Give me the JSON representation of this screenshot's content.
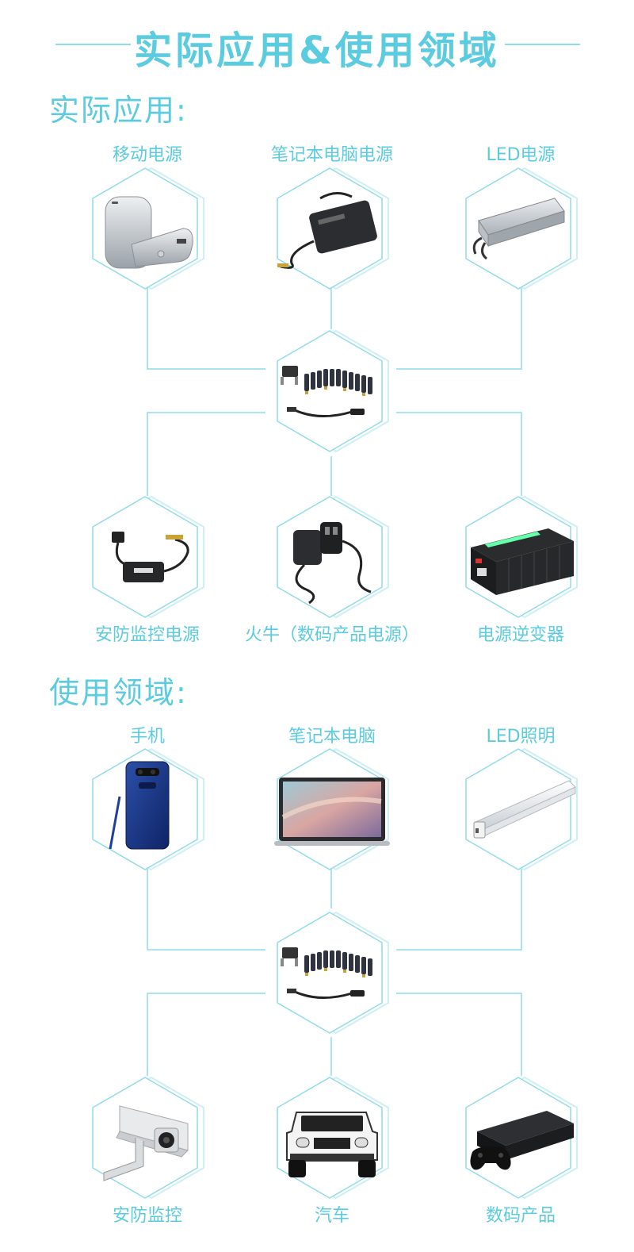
{
  "page": {
    "title": "实际应用&使用领域"
  },
  "section_applications": {
    "heading": "实际应用:",
    "center_product": "universal-charger-adapter",
    "items": [
      {
        "label": "移动电源"
      },
      {
        "label": "笔记本电脑电源"
      },
      {
        "label": "LED电源"
      },
      {
        "label": "安防监控电源"
      },
      {
        "label": "火牛（数码产品电源）"
      },
      {
        "label": "电源逆变器"
      }
    ]
  },
  "section_fields": {
    "heading": "使用领域:",
    "center_product": "universal-charger-adapter",
    "items": [
      {
        "label": "手机"
      },
      {
        "label": "笔记本电脑"
      },
      {
        "label": "LED照明"
      },
      {
        "label": "安防监控"
      },
      {
        "label": "汽车"
      },
      {
        "label": "数码产品"
      }
    ]
  },
  "colors": {
    "accent": "#5bcbe0",
    "line": "#8fdcec",
    "hex_back": "#cdeff6"
  }
}
